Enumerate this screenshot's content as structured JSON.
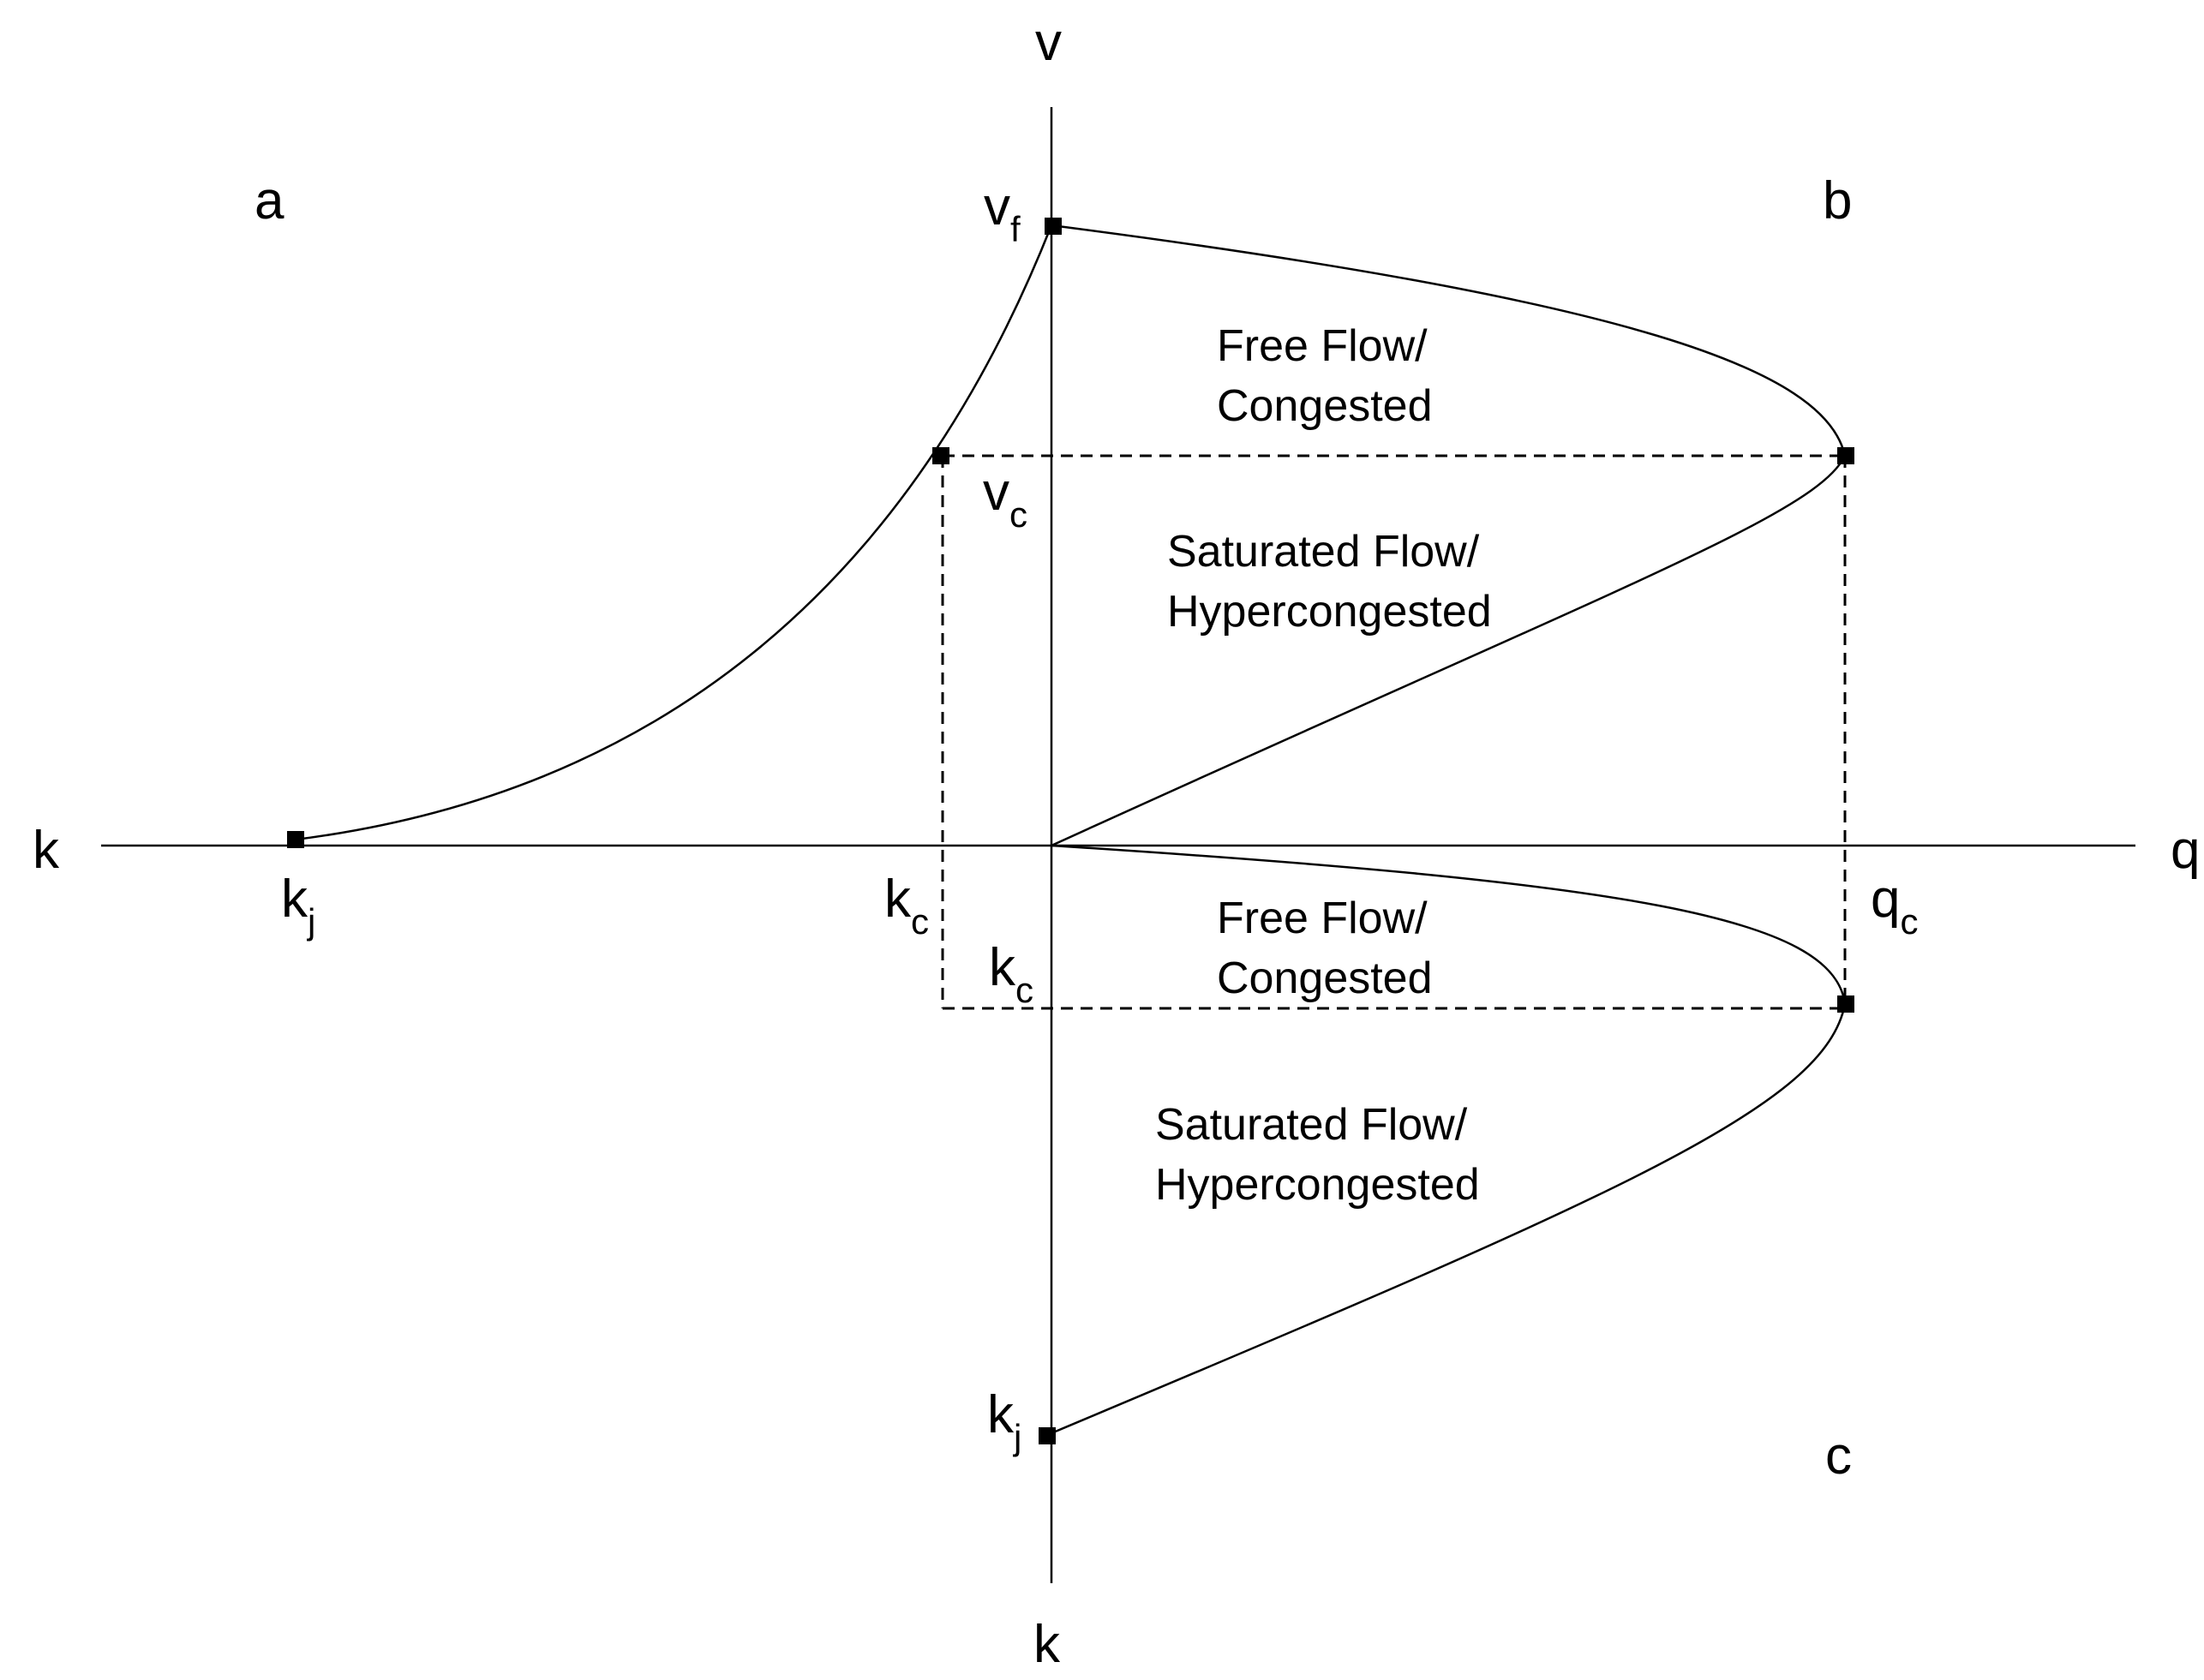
{
  "axes": {
    "left": "k",
    "right": "q",
    "top": "v",
    "bottom": "k"
  },
  "panels": {
    "a": "a",
    "b": "b",
    "c": "c"
  },
  "points": {
    "vf": {
      "base": "v",
      "sub": "f"
    },
    "vc": {
      "base": "v",
      "sub": "c"
    },
    "kj_left": {
      "base": "k",
      "sub": "j"
    },
    "kc_left": {
      "base": "k",
      "sub": "c"
    },
    "qc": {
      "base": "q",
      "sub": "c"
    },
    "kc_center": {
      "base": "k",
      "sub": "c"
    },
    "kj_bottom": {
      "base": "k",
      "sub": "j"
    }
  },
  "regions": {
    "upper_free": {
      "line1": "Free Flow/",
      "line2": "Congested"
    },
    "upper_saturated": {
      "line1": "Saturated Flow/",
      "line2": "Hypercongested"
    },
    "lower_free": {
      "line1": "Free Flow/",
      "line2": "Congested"
    },
    "lower_saturated": {
      "line1": "Saturated Flow/",
      "line2": "Hypercongested"
    }
  }
}
